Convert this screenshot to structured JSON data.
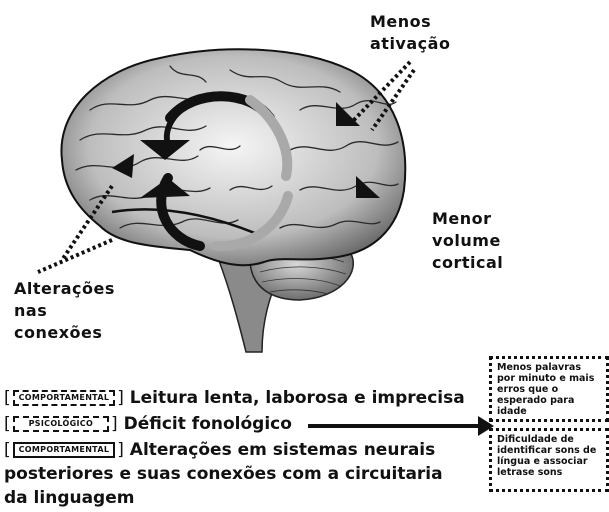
{
  "labels": {
    "menos_ativacao_1": "Menos",
    "menos_ativacao_2": "ativação",
    "menor_volume_1": "Menor",
    "menor_volume_2": "volume",
    "menor_volume_3": "cortical",
    "alteracoes_1": "Alterações",
    "alteracoes_2": "nas",
    "alteracoes_3": "conexões"
  },
  "legend": [
    {
      "tag": "COMPORTAMENTAL",
      "text": "Leitura lenta, laborosa e imprecisa"
    },
    {
      "tag": "PSICOLÓGICO",
      "text": "Déficit fonológico"
    },
    {
      "tag": "COMPORTAMENTAL",
      "text": "Alterações em sistemas neurais",
      "continuation_1": "posteriores e suas conexões com a circuitaria",
      "continuation_2": "da linguagem"
    }
  ],
  "boxes": {
    "top": "Menos palavras por minuto e mais erros que o esperado para idade",
    "bottom": "Dificuldade de identificar sons de língua e associar letrase sons"
  },
  "colors": {
    "ink": "#111111",
    "brain_light": "#f2f2f2",
    "brain_mid": "#9a9a9a",
    "arrow_gray": "#a9a9a9"
  }
}
